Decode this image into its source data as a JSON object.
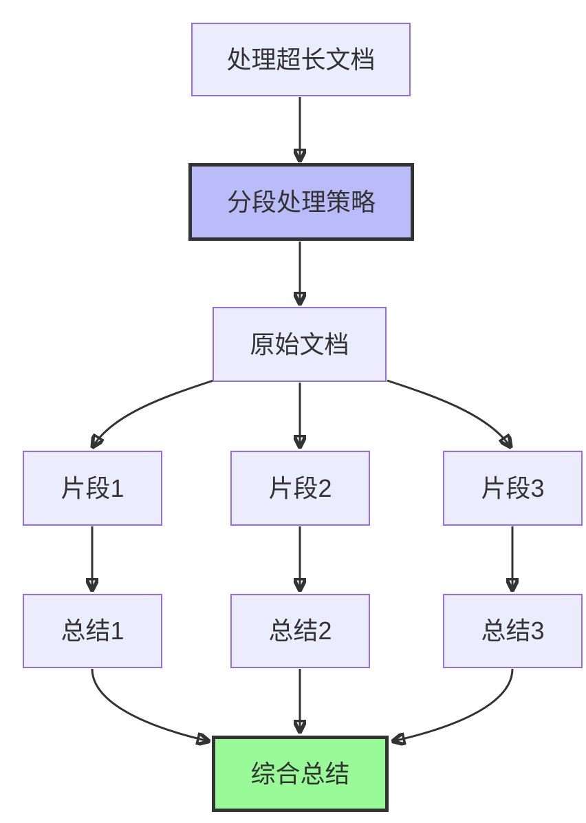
{
  "diagram": {
    "type": "flowchart",
    "direction": "top-down",
    "nodes": [
      {
        "id": "A",
        "label": "处理超长文档",
        "style": "default"
      },
      {
        "id": "B",
        "label": "分段处理策略",
        "style": "emphasis"
      },
      {
        "id": "C",
        "label": "原始文档",
        "style": "default"
      },
      {
        "id": "D",
        "label": "片段1",
        "style": "default"
      },
      {
        "id": "E",
        "label": "片段2",
        "style": "default"
      },
      {
        "id": "F",
        "label": "片段3",
        "style": "default"
      },
      {
        "id": "G",
        "label": "总结1",
        "style": "default"
      },
      {
        "id": "H",
        "label": "总结2",
        "style": "default"
      },
      {
        "id": "I",
        "label": "总结3",
        "style": "default"
      },
      {
        "id": "J",
        "label": "综合总结",
        "style": "result"
      }
    ],
    "edges": [
      {
        "from": "A",
        "to": "B"
      },
      {
        "from": "B",
        "to": "C"
      },
      {
        "from": "C",
        "to": "D"
      },
      {
        "from": "C",
        "to": "E"
      },
      {
        "from": "C",
        "to": "F"
      },
      {
        "from": "D",
        "to": "G"
      },
      {
        "from": "E",
        "to": "H"
      },
      {
        "from": "F",
        "to": "I"
      },
      {
        "from": "G",
        "to": "J"
      },
      {
        "from": "H",
        "to": "J"
      },
      {
        "from": "I",
        "to": "J"
      }
    ],
    "colors": {
      "node_fill": "#ececff",
      "node_border": "#9370db",
      "emphasis_fill": "#b9bcf9",
      "emphasis_border": "#333333",
      "result_fill": "#98fb98",
      "result_border": "#333333",
      "edge": "#333333",
      "text": "#333333",
      "background": "#ffffff"
    }
  }
}
